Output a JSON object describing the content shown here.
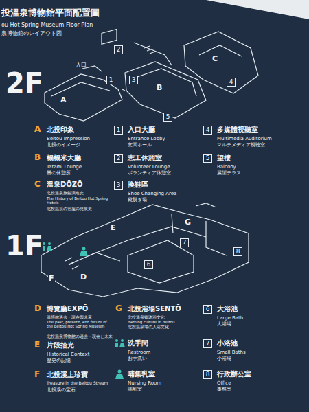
{
  "diagram": {
    "title": "投溫泉博物館平面配置圖",
    "nodes": [
      {
        "text": [
          "1"
        ]
      },
      {
        "text": [
          "2"
        ]
      },
      {
        "text": [
          "3"
        ]
      },
      {
        "text": [
          "4"
        ]
      },
      {
        "text": [
          "5"
        ]
      },
      {
        "text": [
          "1"
        ]
      },
      {
        "text": [
          "2"
        ]
      },
      {
        "text": [
          "3"
        ]
      },
      {
        "text": [
          "4"
        ]
      },
      {
        "text": [
          "5"
        ]
      },
      {
        "text": [
          "6"
        ]
      },
      {
        "text": [
          "7"
        ]
      },
      {
        "text": [
          "8"
        ]
      },
      {
        "text": [
          "6"
        ]
      },
      {
        "text": [
          "7"
        ]
      },
      {
        "text": [
          "8"
        ]
      }
    ],
    "labels": [
      "ou Hot Spring Museum Floor Plan",
      "泉博物館のレイアウト図",
      "2F",
      "入口",
      "A",
      "B",
      "C",
      "A",
      "北投印象",
      "Beitou Impression",
      "北投のイメージ",
      "B",
      "榻榻米大廳",
      "Tatami Lounge",
      "畳の休憩所",
      "C",
      "溫泉DŌZŌ",
      "北投溫泉旅館演進史",
      "The History of Beitou Hot Spring Hotels",
      "北投温泉の宿屋の発展史",
      "入口大廳",
      "Entrance Lobby",
      "玄関ホール",
      "志工休憩室",
      "Volunteer Lounge",
      "ボランティア休憩室",
      "換鞋區",
      "Shoe Changing Area",
      "靴脱ぎ場",
      "多媒體視聽室",
      "Multimedia Auditorium",
      "マルチメディア視聴室",
      "望樓",
      "Balcony",
      "展望テラス",
      "1F",
      "E",
      "D",
      "F",
      "G",
      "D",
      "博覽廳EXPŌ",
      "溫博館過去・現在與未來",
      "The past, present, and future of the Beitou Hot Spring Museum",
      "北投温泉博物館の過去・現在と未来",
      "E",
      "片段拾光",
      "Historical Context",
      "歴史の記憶",
      "F",
      "北投溪上珍寶",
      "Treasure in the Beitou Stream",
      "北投渓の宝石",
      "G",
      "北投浴場SENTŌ",
      "北投溫泉鄉沐浴文化",
      "Bathing culture in Beitou",
      "北投温泉場の入浴文化",
      "洗手間",
      "Restroom",
      "お手洗い",
      "哺集乳室",
      "Nursing Room",
      "哺乳室",
      "大浴池",
      "Large Bath",
      "大浴場",
      "小浴池",
      "Small Baths",
      "小浴場",
      "行政辦公室",
      "Office",
      "事務室"
    ]
  }
}
